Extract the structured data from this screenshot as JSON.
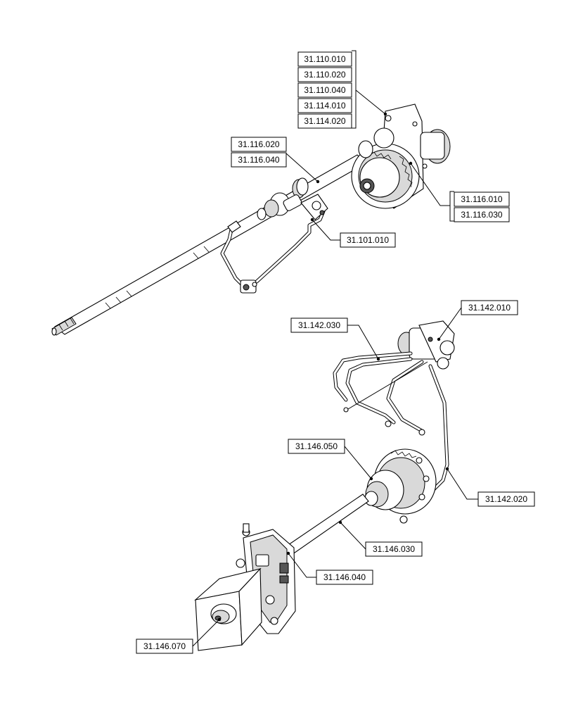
{
  "labels": {
    "l_110_010": "31.110.010",
    "l_110_020": "31.110.020",
    "l_110_040": "31.110.040",
    "l_114_010": "31.114.010",
    "l_114_020": "31.114.020",
    "l_116_020": "31.116.020",
    "l_116_040": "31.116.040",
    "l_116_010": "31.116.010",
    "l_116_030": "31.116.030",
    "l_101_010": "31.101.010",
    "l_142_010": "31.142.010",
    "l_142_030": "31.142.030",
    "l_142_020": "31.142.020",
    "l_146_050": "31.146.050",
    "l_146_030": "31.146.030",
    "l_146_040": "31.146.040",
    "l_146_070": "31.146.070"
  }
}
